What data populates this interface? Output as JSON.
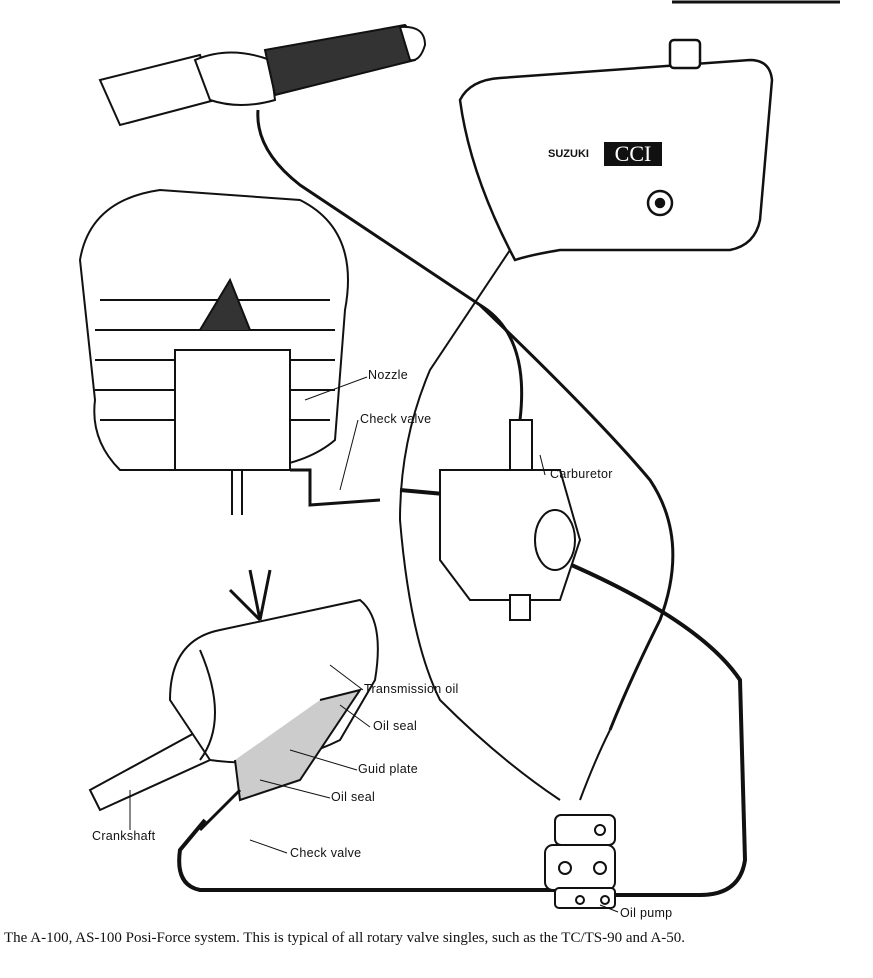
{
  "diagram": {
    "title_logo": {
      "brand": "SUZUKI",
      "model": "CCI"
    },
    "labels": {
      "nozzle": "Nozzle",
      "check_valve_top": "Check valve",
      "carburetor": "Carburetor",
      "transmission_oil": "Transmission oil",
      "oil_seal_1": "Oil seal",
      "guid_plate": "Guid plate",
      "oil_seal_2": "Oil seal",
      "crankshaft": "Crankshaft",
      "check_valve_bottom": "Check valve",
      "oil_pump": "Oil pump"
    },
    "caption": "The A-100, AS-100 Posi-Force system. This is typical of all rotary valve singles, such as the TC/TS-90 and A-50."
  }
}
